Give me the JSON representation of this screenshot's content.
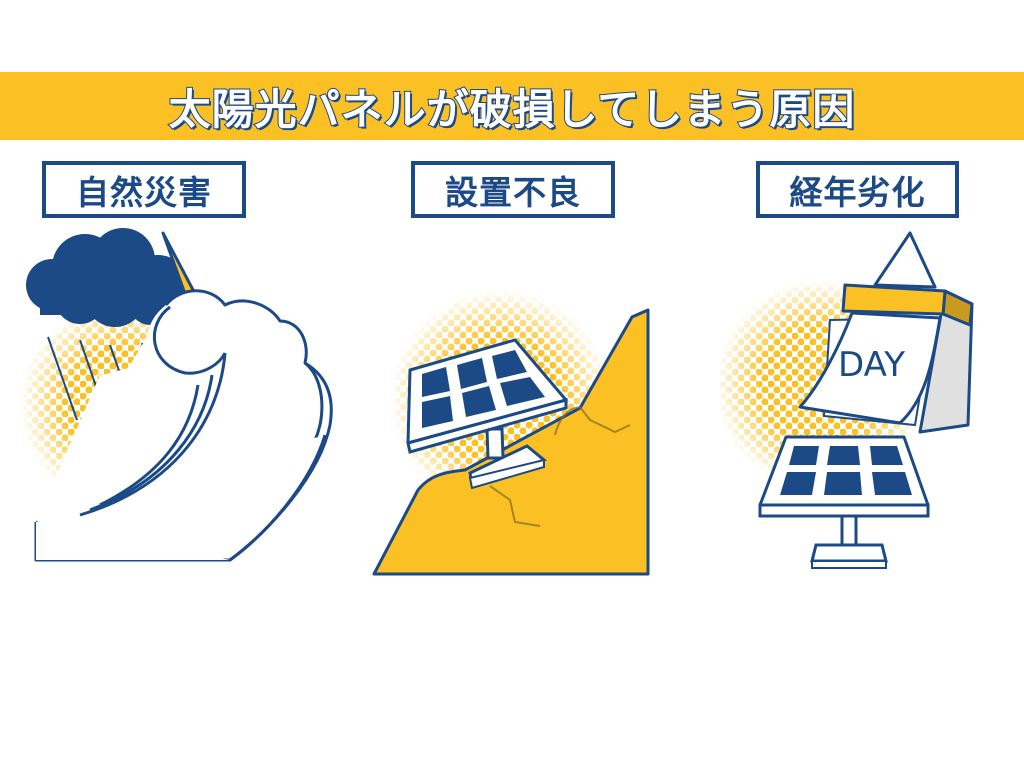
{
  "title": "太陽光パネルが破損してしまう原因",
  "colors": {
    "accent_yellow": "#fbc124",
    "navy": "#1c4a86",
    "white": "#ffffff",
    "calendar_side": "#e0e0e0",
    "calendar_top_side": "#c89a1e"
  },
  "causes": [
    {
      "label": "自然災害",
      "illustration": "storm-cloud-lightning-rain-wave-solar-panel"
    },
    {
      "label": "設置不良",
      "illustration": "solar-panel-on-cracked-slope"
    },
    {
      "label": "経年劣化",
      "illustration": "tear-off-calendar-solar-panel"
    }
  ],
  "calendar": {
    "text": "DAY"
  }
}
